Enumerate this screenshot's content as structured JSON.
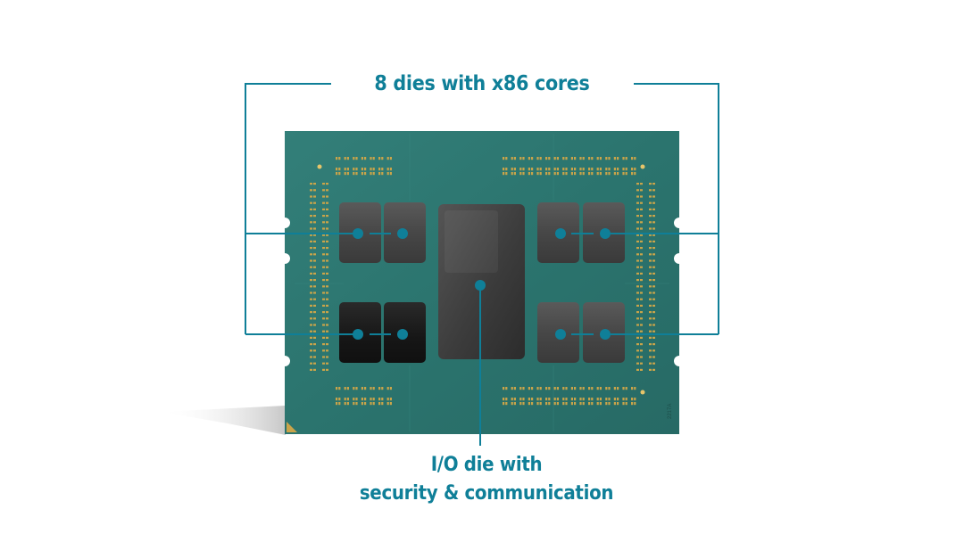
{
  "labels": {
    "cores": "8 dies with x86 cores",
    "io_line1": "I/O die with",
    "io_line2": "security & communication"
  },
  "package": {
    "marking": "2217A"
  },
  "colors": {
    "accent": "#0f7f98",
    "substrate": "#2f7a74",
    "die_gray": "#4a4a4a",
    "die_black": "#1c1c1c",
    "io_die": "#3d3d3d",
    "pad_gold": "#c9a44a"
  }
}
